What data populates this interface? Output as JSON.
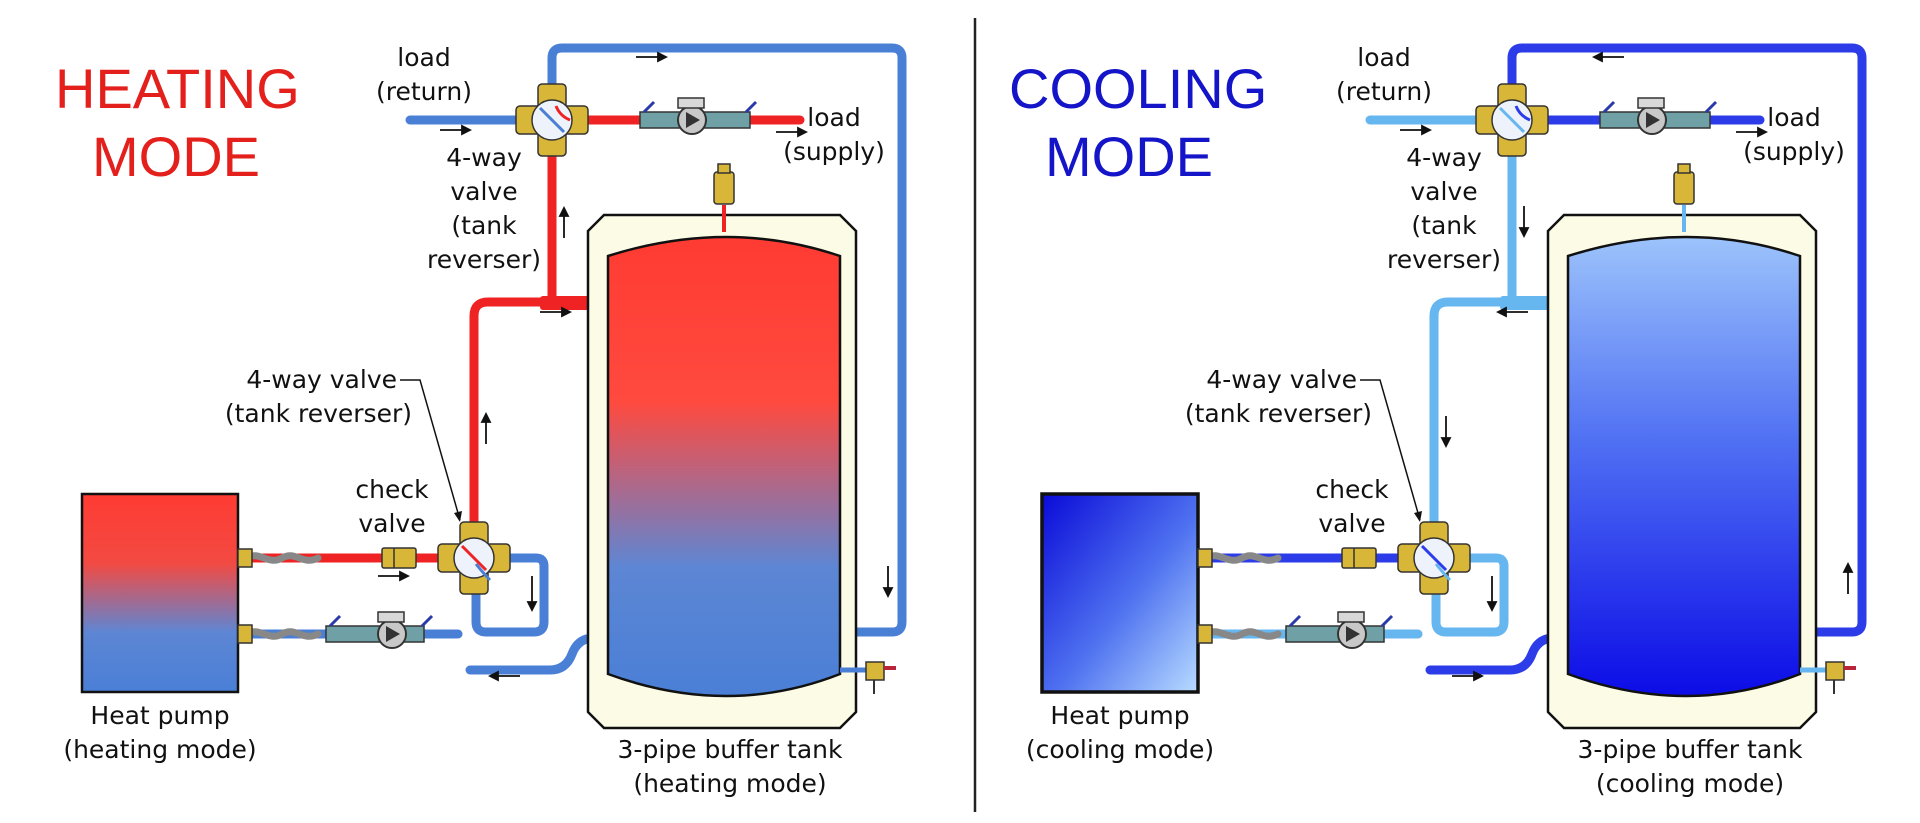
{
  "colors": {
    "hot": "#ef2323",
    "warm_blue": "#4a7fd6",
    "cold": "#2c3ce8",
    "cool_light": "#66b6f0",
    "heating_title": "#e3201b",
    "cooling_title": "#1414c8",
    "tank_jacket": "#fbfbe6",
    "brass": "#d8b637"
  },
  "panels": [
    {
      "id": "heating",
      "title_line1": "HEATING",
      "title_line2": "MODE",
      "load_return_1": "load",
      "load_return_2": "(return)",
      "load_supply_1": "load",
      "load_supply_2": "(supply)",
      "upper_valve_1": "4-way",
      "upper_valve_2": "valve",
      "upper_valve_3": "(tank",
      "upper_valve_4": "reverser)",
      "lower_valve_1": "4-way valve",
      "lower_valve_2": "(tank reverser)",
      "check_valve_1": "check",
      "check_valve_2": "valve",
      "heat_pump_1": "Heat pump",
      "heat_pump_2": "(heating mode)",
      "tank_1": "3-pipe buffer tank",
      "tank_2": "(heating mode)"
    },
    {
      "id": "cooling",
      "title_line1": "COOLING",
      "title_line2": "MODE",
      "load_return_1": "load",
      "load_return_2": "(return)",
      "load_supply_1": "load",
      "load_supply_2": "(supply)",
      "upper_valve_1": "4-way",
      "upper_valve_2": "valve",
      "upper_valve_3": "(tank",
      "upper_valve_4": "reverser)",
      "lower_valve_1": "4-way valve",
      "lower_valve_2": "(tank reverser)",
      "check_valve_1": "check",
      "check_valve_2": "valve",
      "heat_pump_1": "Heat pump",
      "heat_pump_2": "(cooling mode)",
      "tank_1": "3-pipe buffer tank",
      "tank_2": "(cooling mode)"
    }
  ]
}
